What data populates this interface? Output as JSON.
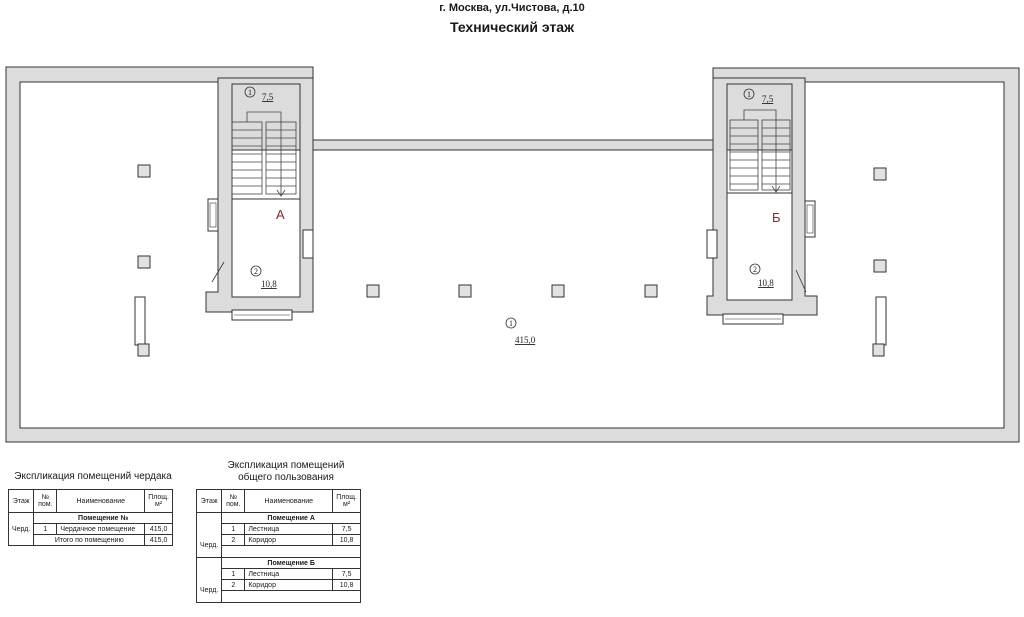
{
  "header": {
    "address": "г. Москва, ул.Чистова, д.10",
    "title": "Технический этаж"
  },
  "plan": {
    "main_room_num": "1",
    "main_room_area": "415,0",
    "stair_a": {
      "label": "А",
      "room1_num": "1",
      "room1_area": "7,5",
      "room2_num": "2",
      "room2_area": "10,8"
    },
    "stair_b": {
      "label": "Б",
      "room1_num": "1",
      "room1_area": "7,5",
      "room2_num": "2",
      "room2_area": "10,8"
    }
  },
  "table_attic": {
    "caption": "Экспликация помещений чердака",
    "headers": {
      "floor": "Этаж",
      "num": "№ пом.",
      "name": "Наименование",
      "area": "Площ. м²"
    },
    "group": "Помещение №",
    "floor": "Черд.",
    "row": {
      "num": "1",
      "name": "Чердачное помещение",
      "area": "415,0"
    },
    "total": {
      "label": "Итого по помещению",
      "area": "415,0"
    }
  },
  "table_common": {
    "caption_line1": "Экспликация помещений",
    "caption_line2": "общего пользования",
    "headers": {
      "floor": "Этаж",
      "num": "№ пом.",
      "name": "Наименование",
      "area": "Площ. м²"
    },
    "groups": [
      {
        "title": "Помещение А",
        "floor": "Черд.",
        "rows": [
          {
            "num": "1",
            "name": "Лестница",
            "area": "7,5"
          },
          {
            "num": "2",
            "name": "Коридор",
            "area": "10,8"
          }
        ]
      },
      {
        "title": "Помещение Б",
        "floor": "Черд.",
        "rows": [
          {
            "num": "1",
            "name": "Лестница",
            "area": "7,5"
          },
          {
            "num": "2",
            "name": "Коридор",
            "area": "10,8"
          }
        ]
      }
    ]
  }
}
